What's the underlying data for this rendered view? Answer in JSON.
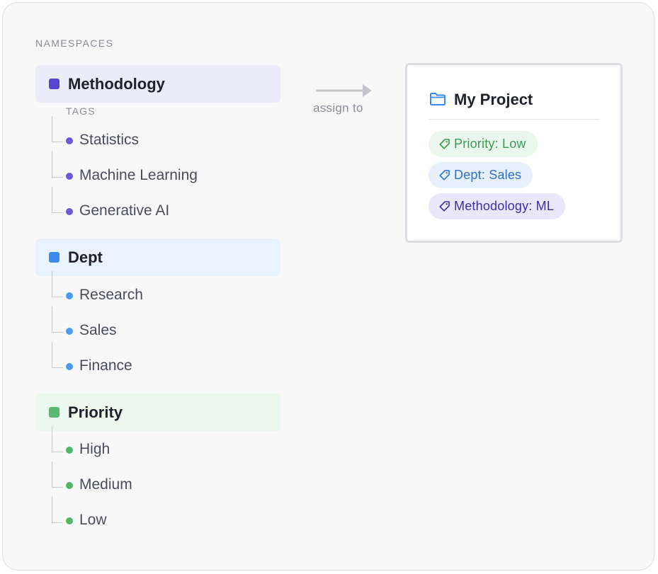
{
  "namespaces_label": "NAMESPACES",
  "tags_label": "TAGS",
  "namespaces": [
    {
      "name": "Methodology",
      "color": "#5645d4",
      "bg": "#ecebfa",
      "dot": "#6a5ad8",
      "tags": [
        "Statistics",
        "Machine Learning",
        "Generative AI"
      ]
    },
    {
      "name": "Dept",
      "color": "#3b8af0",
      "bg": "#e8f3fe",
      "dot": "#4c9af2",
      "tags": [
        "Research",
        "Sales",
        "Finance"
      ]
    },
    {
      "name": "Priority",
      "color": "#5cb870",
      "bg": "#ebf8ee",
      "dot": "#52b468",
      "tags": [
        "High",
        "Medium",
        "Low"
      ]
    }
  ],
  "assign_label": "assign to",
  "project": {
    "title": "My Project",
    "icon": "folder-icon",
    "chips": [
      {
        "label": "Priority: Low",
        "icon": "tag-icon",
        "bg": "#e9f7ec",
        "fg": "#3b9a52"
      },
      {
        "label": "Dept: Sales",
        "icon": "tag-icon",
        "bg": "#e6f1fd",
        "fg": "#2f6fc9"
      },
      {
        "label": "Methodology: ML",
        "icon": "tag-icon",
        "bg": "#e9e7f9",
        "fg": "#3d2ea8"
      }
    ]
  }
}
